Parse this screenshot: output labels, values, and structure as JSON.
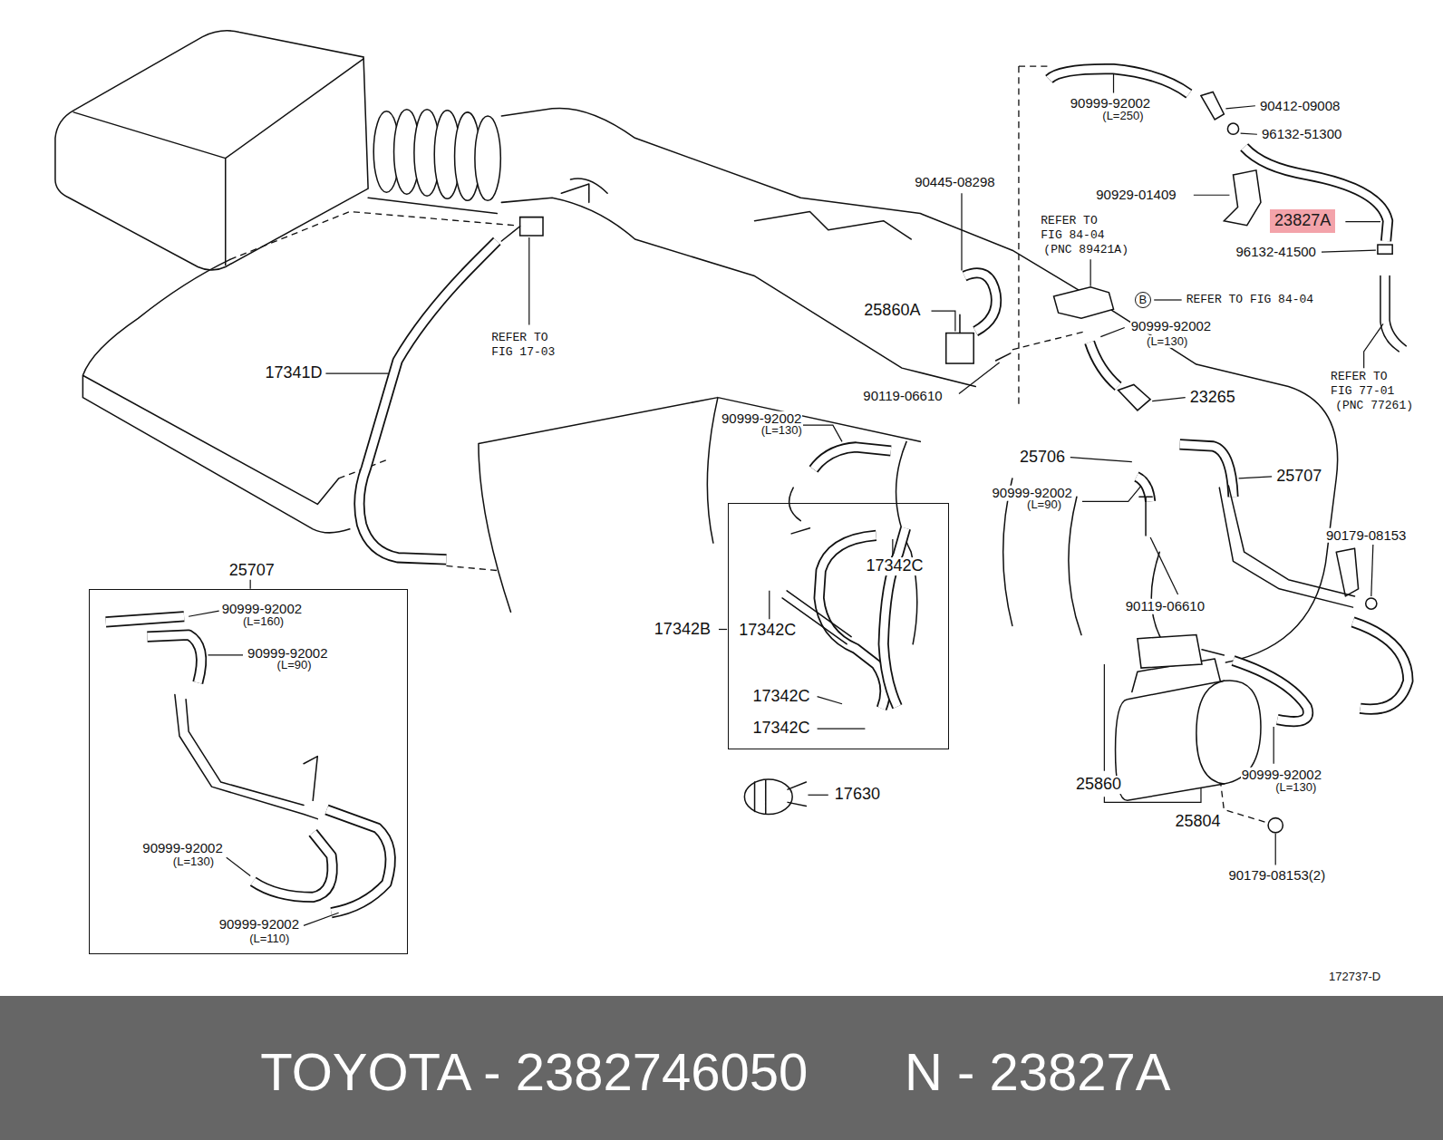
{
  "diagram": {
    "nodes": [
      {
        "text": [
          "25707"
        ]
      },
      {
        "text": [
          "17342B"
        ]
      },
      {
        "text": [
          "23827A"
        ]
      },
      {
        "text": [
          "TOYOTA - 2382746050",
          "N - 23827A"
        ]
      }
    ],
    "labels": [
      "90999-92002",
      "(L=250)",
      "90412-09008",
      "96132-51300",
      "90445-08298",
      "90929-01409",
      "REFER TO",
      "FIG 84-04",
      "(PNC 89421A)",
      "96132-41500",
      "B",
      "REFER TO FIG 84-04",
      "25860A",
      "90999-92002",
      "(L=130)",
      "REFER TO",
      "FIG 17-03",
      "17341D",
      "REFER TO",
      "FIG 77-01",
      "(PNC 77261)",
      "90119-06610",
      "23265",
      "90999-92002",
      "(L=130)",
      "25706",
      "25707",
      "90999-92002",
      "(L=90)",
      "90179-08153",
      "17342C",
      "90119-06610",
      "90999-92002",
      "(L=160)",
      "17342C",
      "90999-92002",
      "(L=90)",
      "17342C",
      "17342C",
      "90999-92002",
      "(L=130)",
      "25860",
      "17630",
      "25804",
      "90999-92002",
      "(L=130)",
      "90179-08153(2)",
      "90999-92002",
      "(L=110)",
      "172737-D"
    ]
  }
}
